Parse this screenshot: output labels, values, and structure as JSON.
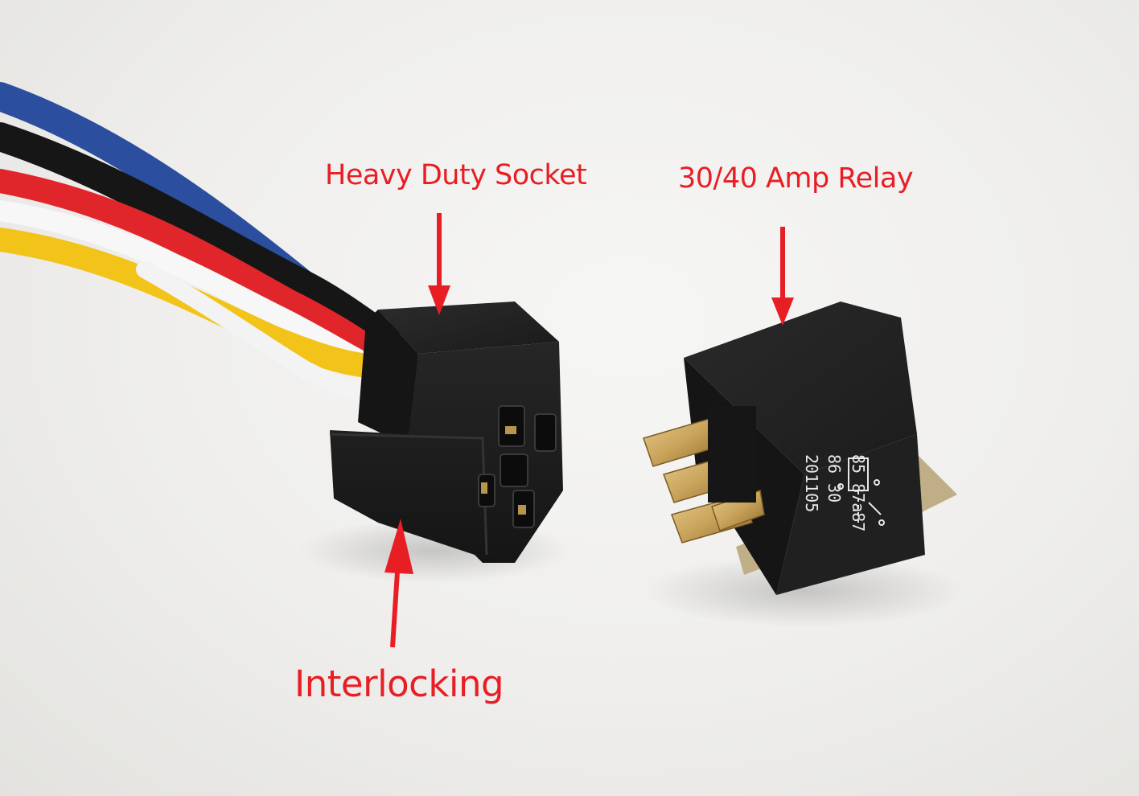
{
  "colors": {
    "annotation": "#e81e25",
    "background": "#efeeec",
    "plastic_black": "#1e1e1e",
    "terminal_brass": "#c9a35a",
    "wire_red": "#e0262b",
    "wire_yellow": "#f2c318",
    "wire_white": "#f7f7f7",
    "wire_blue": "#2b4f9e",
    "wire_black": "#161616"
  },
  "annotations": {
    "socket": "Heavy Duty Socket",
    "relay": "30/40 Amp Relay",
    "interlocking": "Interlocking"
  },
  "relay_markings": {
    "line1": "85  87a87",
    "line2": "86    30",
    "line3": "201105"
  }
}
